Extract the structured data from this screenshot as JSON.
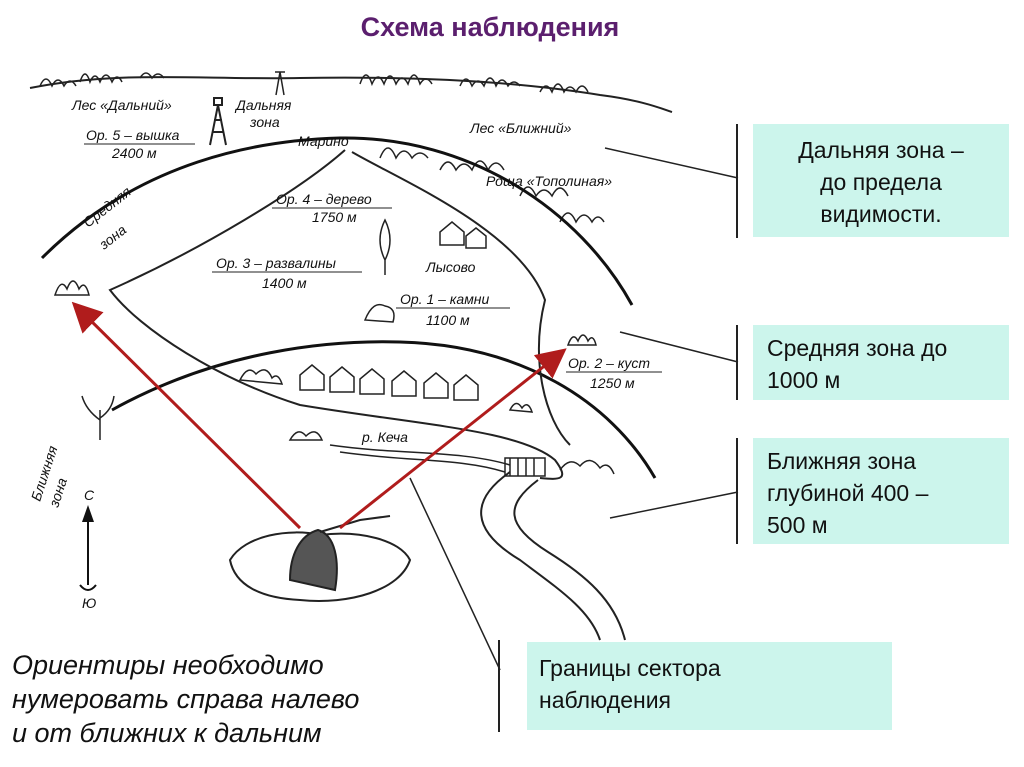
{
  "title": "Схема наблюдения",
  "map": {
    "forest_far": "Лес «Дальний»",
    "far_zone": [
      "Дальняя",
      "зона"
    ],
    "landmark5": [
      "Ор. 5 – вышка",
      "2400 м"
    ],
    "marino": "Марино",
    "forest_near": "Лес «Ближний»",
    "grove": "Роща «Тополиная»",
    "middle_zone": [
      "Средняя",
      "зона"
    ],
    "landmark4": [
      "Ор. 4 – дерево",
      "1750 м"
    ],
    "lysovo": "Лысово",
    "landmark3": [
      "Ор. 3 – развалины",
      "1400 м"
    ],
    "landmark1": [
      "Ор. 1 – камни",
      "1100 м"
    ],
    "landmark2": [
      "Ор. 2 – куст",
      "1250 м"
    ],
    "river": "р. Кеча",
    "near_zone": [
      "Ближняя",
      "зона"
    ],
    "compass_north": "С",
    "compass_south": "Ю"
  },
  "callouts": {
    "far": [
      "Дальняя зона –",
      "до предела",
      "видимости."
    ],
    "middle": [
      "Средняя зона до",
      "1000 м"
    ],
    "near": [
      "Ближняя зона",
      "глубиной 400 –",
      "500 м"
    ],
    "sector": [
      "Границы сектора",
      "наблюдения"
    ]
  },
  "note": [
    "Ориентиры необходимо",
    "нумеровать справа налево",
    "и от ближних к дальним"
  ],
  "colors": {
    "title": "#5b1f6e",
    "box": "#ccf5ec",
    "arrow": "#b01c1c"
  }
}
